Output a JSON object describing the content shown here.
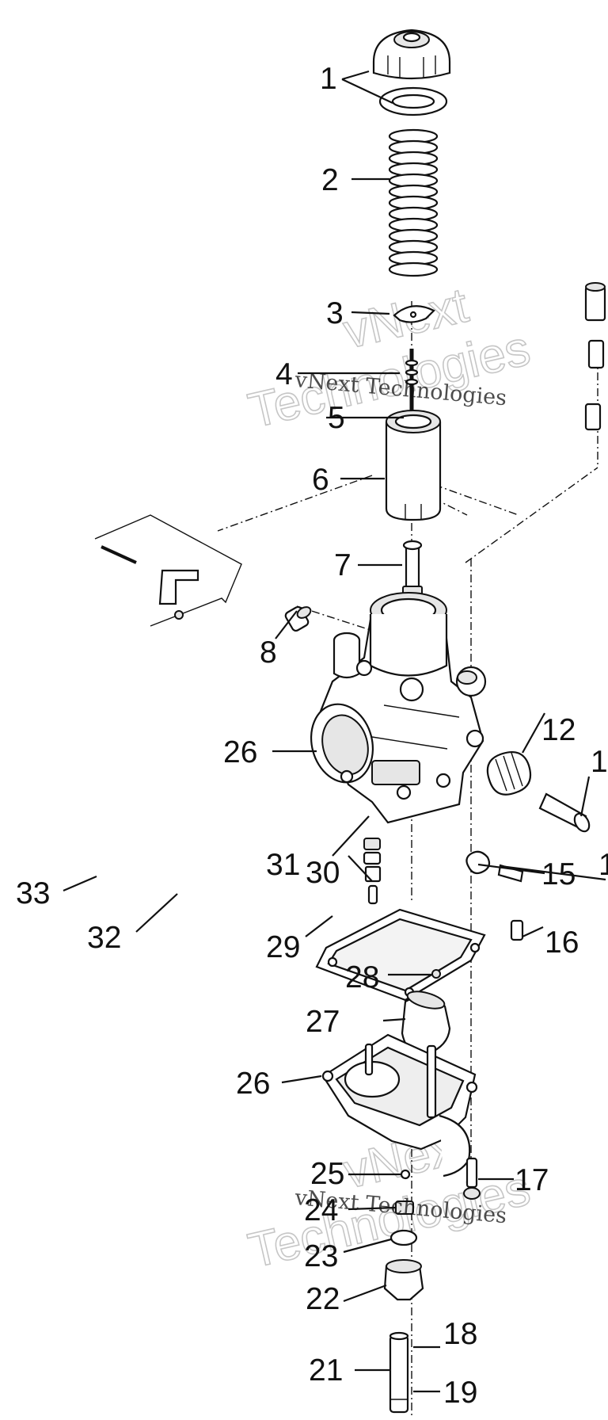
{
  "callouts": [
    {
      "id": "1",
      "text": "1"
    },
    {
      "id": "2",
      "text": "2"
    },
    {
      "id": "3",
      "text": "3"
    },
    {
      "id": "4",
      "text": "4"
    },
    {
      "id": "5",
      "text": "5"
    },
    {
      "id": "6",
      "text": "6"
    },
    {
      "id": "7",
      "text": "7"
    },
    {
      "id": "8",
      "text": "8"
    },
    {
      "id": "12",
      "text": "12"
    },
    {
      "id": "13",
      "text": "1"
    },
    {
      "id": "14",
      "text": "1"
    },
    {
      "id": "15",
      "text": "15"
    },
    {
      "id": "16",
      "text": "16"
    },
    {
      "id": "17",
      "text": "17"
    },
    {
      "id": "18",
      "text": "18"
    },
    {
      "id": "19",
      "text": "19"
    },
    {
      "id": "21",
      "text": "21"
    },
    {
      "id": "22",
      "text": "22"
    },
    {
      "id": "23",
      "text": "23"
    },
    {
      "id": "24",
      "text": "24"
    },
    {
      "id": "25",
      "text": "25"
    },
    {
      "id": "26a",
      "text": "26"
    },
    {
      "id": "26b",
      "text": "26"
    },
    {
      "id": "27",
      "text": "27"
    },
    {
      "id": "28",
      "text": "28"
    },
    {
      "id": "29",
      "text": "29"
    },
    {
      "id": "30",
      "text": "30"
    },
    {
      "id": "31",
      "text": "31"
    },
    {
      "id": "32",
      "text": "32"
    },
    {
      "id": "33",
      "text": "33"
    }
  ],
  "watermarks": {
    "top_small": "vNext Technologies",
    "top_word1": "vNext",
    "top_word2": "Technologies",
    "bottom_small": "vNext Technologies",
    "bottom_word1": "vNext",
    "bottom_word2": "Technologies"
  }
}
